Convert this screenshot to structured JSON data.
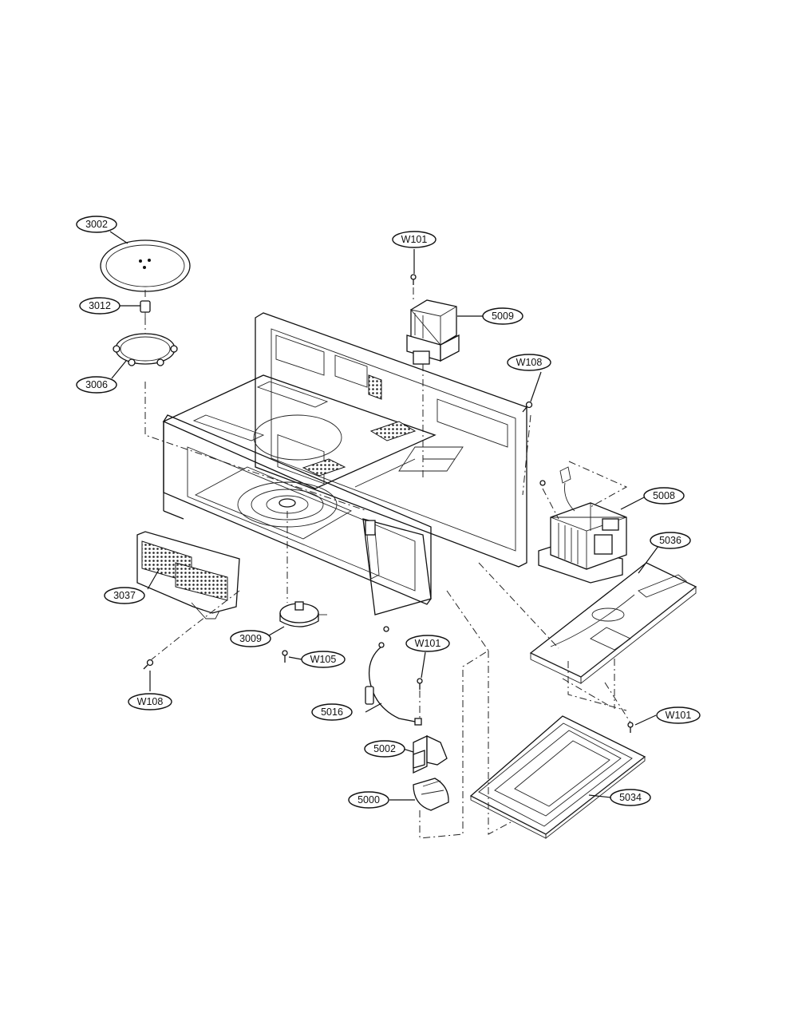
{
  "diagram": {
    "parts": [
      {
        "id": "3002"
      },
      {
        "id": "3012"
      },
      {
        "id": "3006"
      },
      {
        "id": "3037"
      },
      {
        "id": "3009"
      },
      {
        "id": "W105"
      },
      {
        "id": "W108"
      },
      {
        "id": "W101"
      },
      {
        "id": "5009"
      },
      {
        "id": "W108"
      },
      {
        "id": "5008"
      },
      {
        "id": "5036"
      },
      {
        "id": "W101"
      },
      {
        "id": "5016"
      },
      {
        "id": "5002"
      },
      {
        "id": "5000"
      },
      {
        "id": "W101"
      },
      {
        "id": "5034"
      }
    ]
  }
}
